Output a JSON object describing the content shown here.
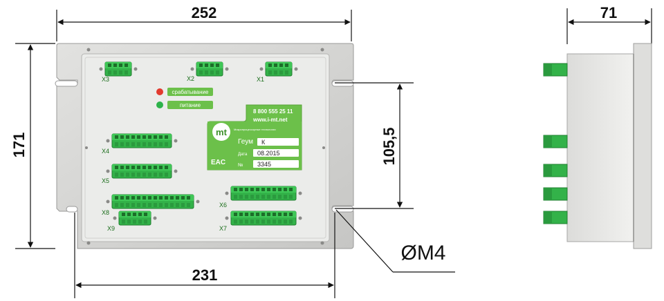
{
  "dimensions": {
    "width_top": "252",
    "height_left": "171",
    "hole_spacing_vertical": "105,5",
    "hole_spacing_horizontal": "231",
    "depth_side": "71",
    "hole_diameter": "ØM4"
  },
  "front_panel": {
    "connector_labels": [
      "X3",
      "X2",
      "X1",
      "X4",
      "X5",
      "X8",
      "X9",
      "X6",
      "X7"
    ],
    "indicators": [
      {
        "label": "срабатывание",
        "color": "#e23a2e"
      },
      {
        "label": "питание",
        "color": "#2db34a"
      }
    ],
    "logo_text": "mt",
    "phone": "8 800 555 25 11",
    "website": "www.i-mt.net",
    "company_line": "Микропроцессорные технологии",
    "model_label": "Геум",
    "model_value": "К",
    "date_label": "Дата",
    "date_value": "08.2015",
    "serial_label": "№",
    "serial_value": "3345",
    "cert_mark": "EAC"
  },
  "colors": {
    "connector_green": "#33b249",
    "label_green": "#6cc04a",
    "panel_face": "#e9eae8",
    "flange": "#d6d6d4"
  }
}
